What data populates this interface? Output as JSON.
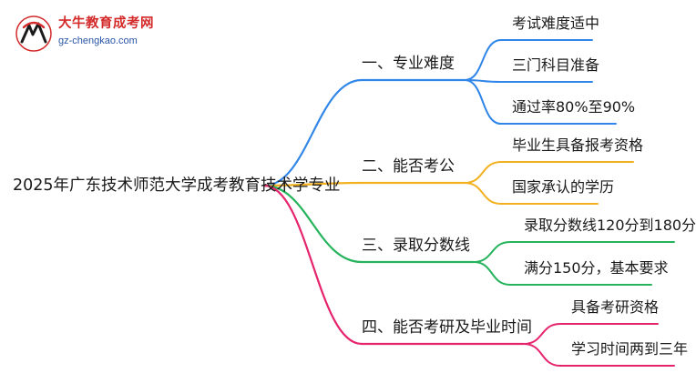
{
  "logo": {
    "name": "大牛教育成考网",
    "url": "gz-chengkao.com"
  },
  "root": "2025年广东技术师范大学成考教育技术学专业",
  "branches": [
    {
      "label": "一、专业难度",
      "color": "#2f86e8",
      "leaves": [
        "考试难度适中",
        "三门科目准备",
        "通过率80%至90%"
      ]
    },
    {
      "label": "二、能否考公",
      "color": "#f2b01e",
      "leaves": [
        "毕业生具备报考资格",
        "国家承认的学历"
      ]
    },
    {
      "label": "三、录取分数线",
      "color": "#25b35c",
      "leaves": [
        "录取分数线120分到180分",
        "满分150分，基本要求"
      ]
    },
    {
      "label": "四、能否考研及毕业时间",
      "color": "#e6246d",
      "leaves": [
        "具备考研资格",
        "学习时间两到三年"
      ]
    }
  ]
}
